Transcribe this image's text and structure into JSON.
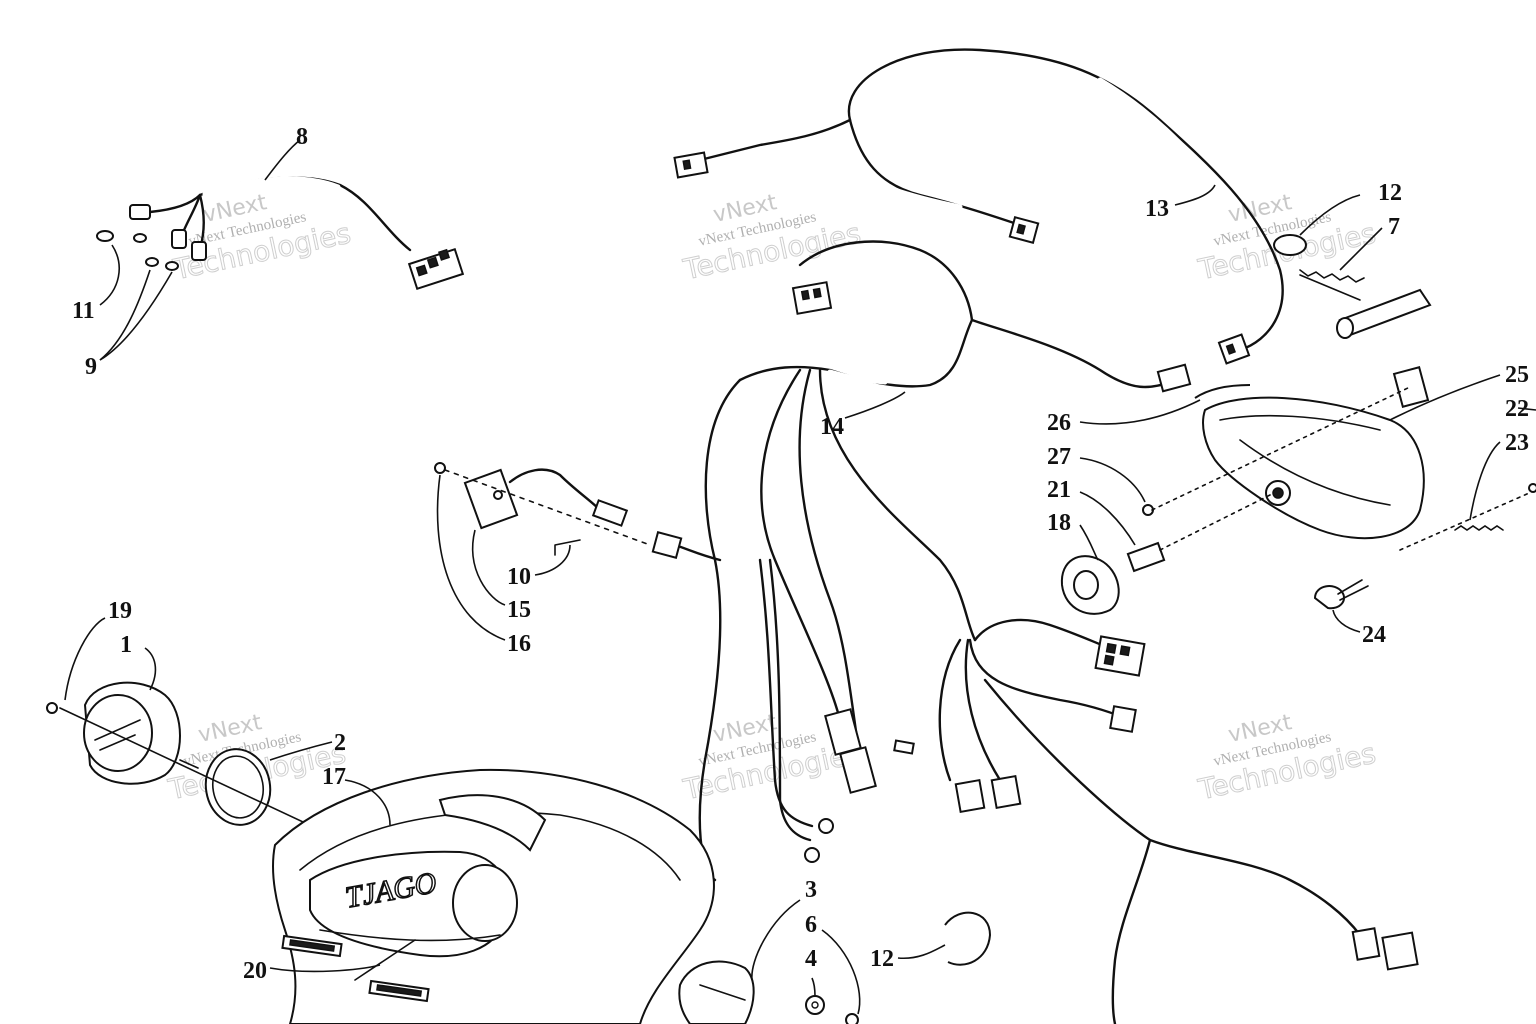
{
  "callouts": {
    "c1": "1",
    "c2": "2",
    "c3": "3",
    "c4": "4",
    "c6": "6",
    "c7": "7",
    "c8": "8",
    "c9": "9",
    "c10": "10",
    "c11": "11",
    "c12a": "12",
    "c12b": "12",
    "c13": "13",
    "c14": "14",
    "c15": "15",
    "c16": "16",
    "c17": "17",
    "c18": "18",
    "c19": "19",
    "c20": "20",
    "c21": "21",
    "c22": "22",
    "c23": "23",
    "c24": "24",
    "c25": "25",
    "c26": "26",
    "c27": "27"
  },
  "watermark": {
    "brand": "vNext",
    "company": "vNext Technologies",
    "word": "Technologies"
  },
  "console_logo": "TJAGO"
}
